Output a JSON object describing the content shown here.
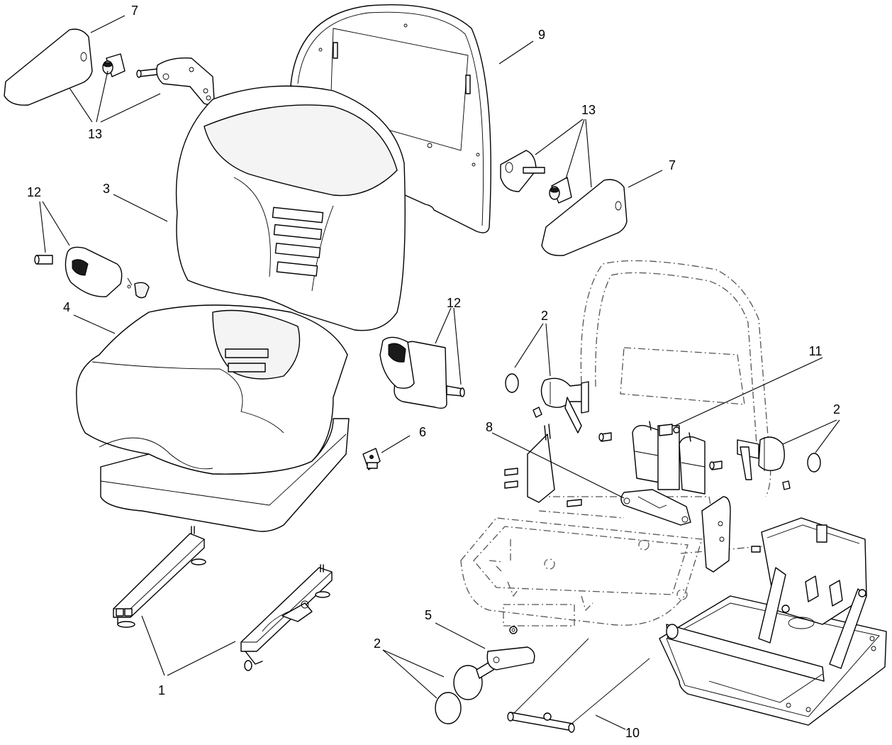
{
  "callouts": {
    "c1": "1",
    "c2a": "2",
    "c2b": "2",
    "c2c": "2",
    "c3": "3",
    "c4": "4",
    "c5": "5",
    "c6": "6",
    "c7a": "7",
    "c7b": "7",
    "c8": "8",
    "c9": "9",
    "c10": "10",
    "c11": "11",
    "c12a": "12",
    "c12b": "12",
    "c13a": "13",
    "c13b": "13"
  }
}
